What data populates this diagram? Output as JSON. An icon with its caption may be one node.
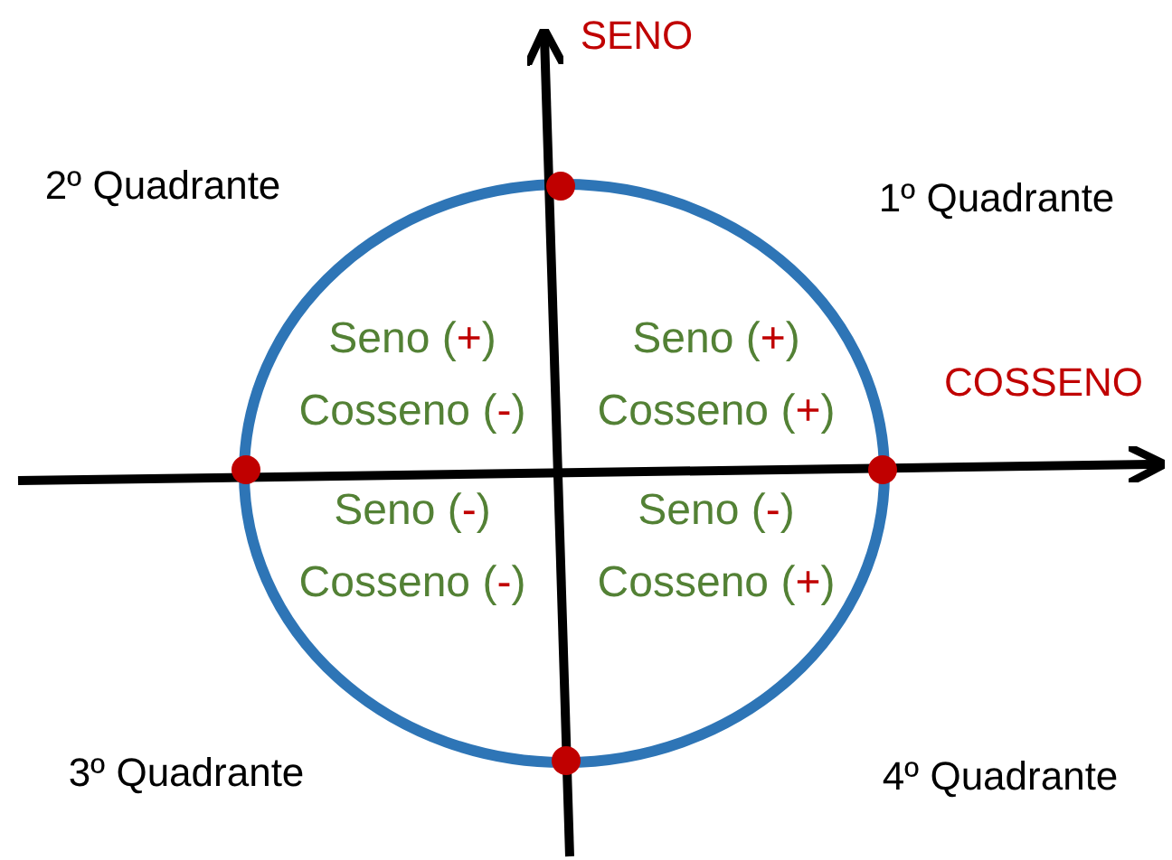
{
  "diagram": {
    "labels": [
      "SENO",
      "2º Quadrante",
      "1º Quadrante",
      "Seno (+)",
      "Seno (+)",
      "COSSENO",
      "Cosseno (-)",
      "Cosseno (+)",
      "Seno (-)",
      "Seno (-)",
      "Cosseno (-)",
      "Cosseno (+)",
      "3º Quadrante",
      "4º Quadrante"
    ]
  }
}
